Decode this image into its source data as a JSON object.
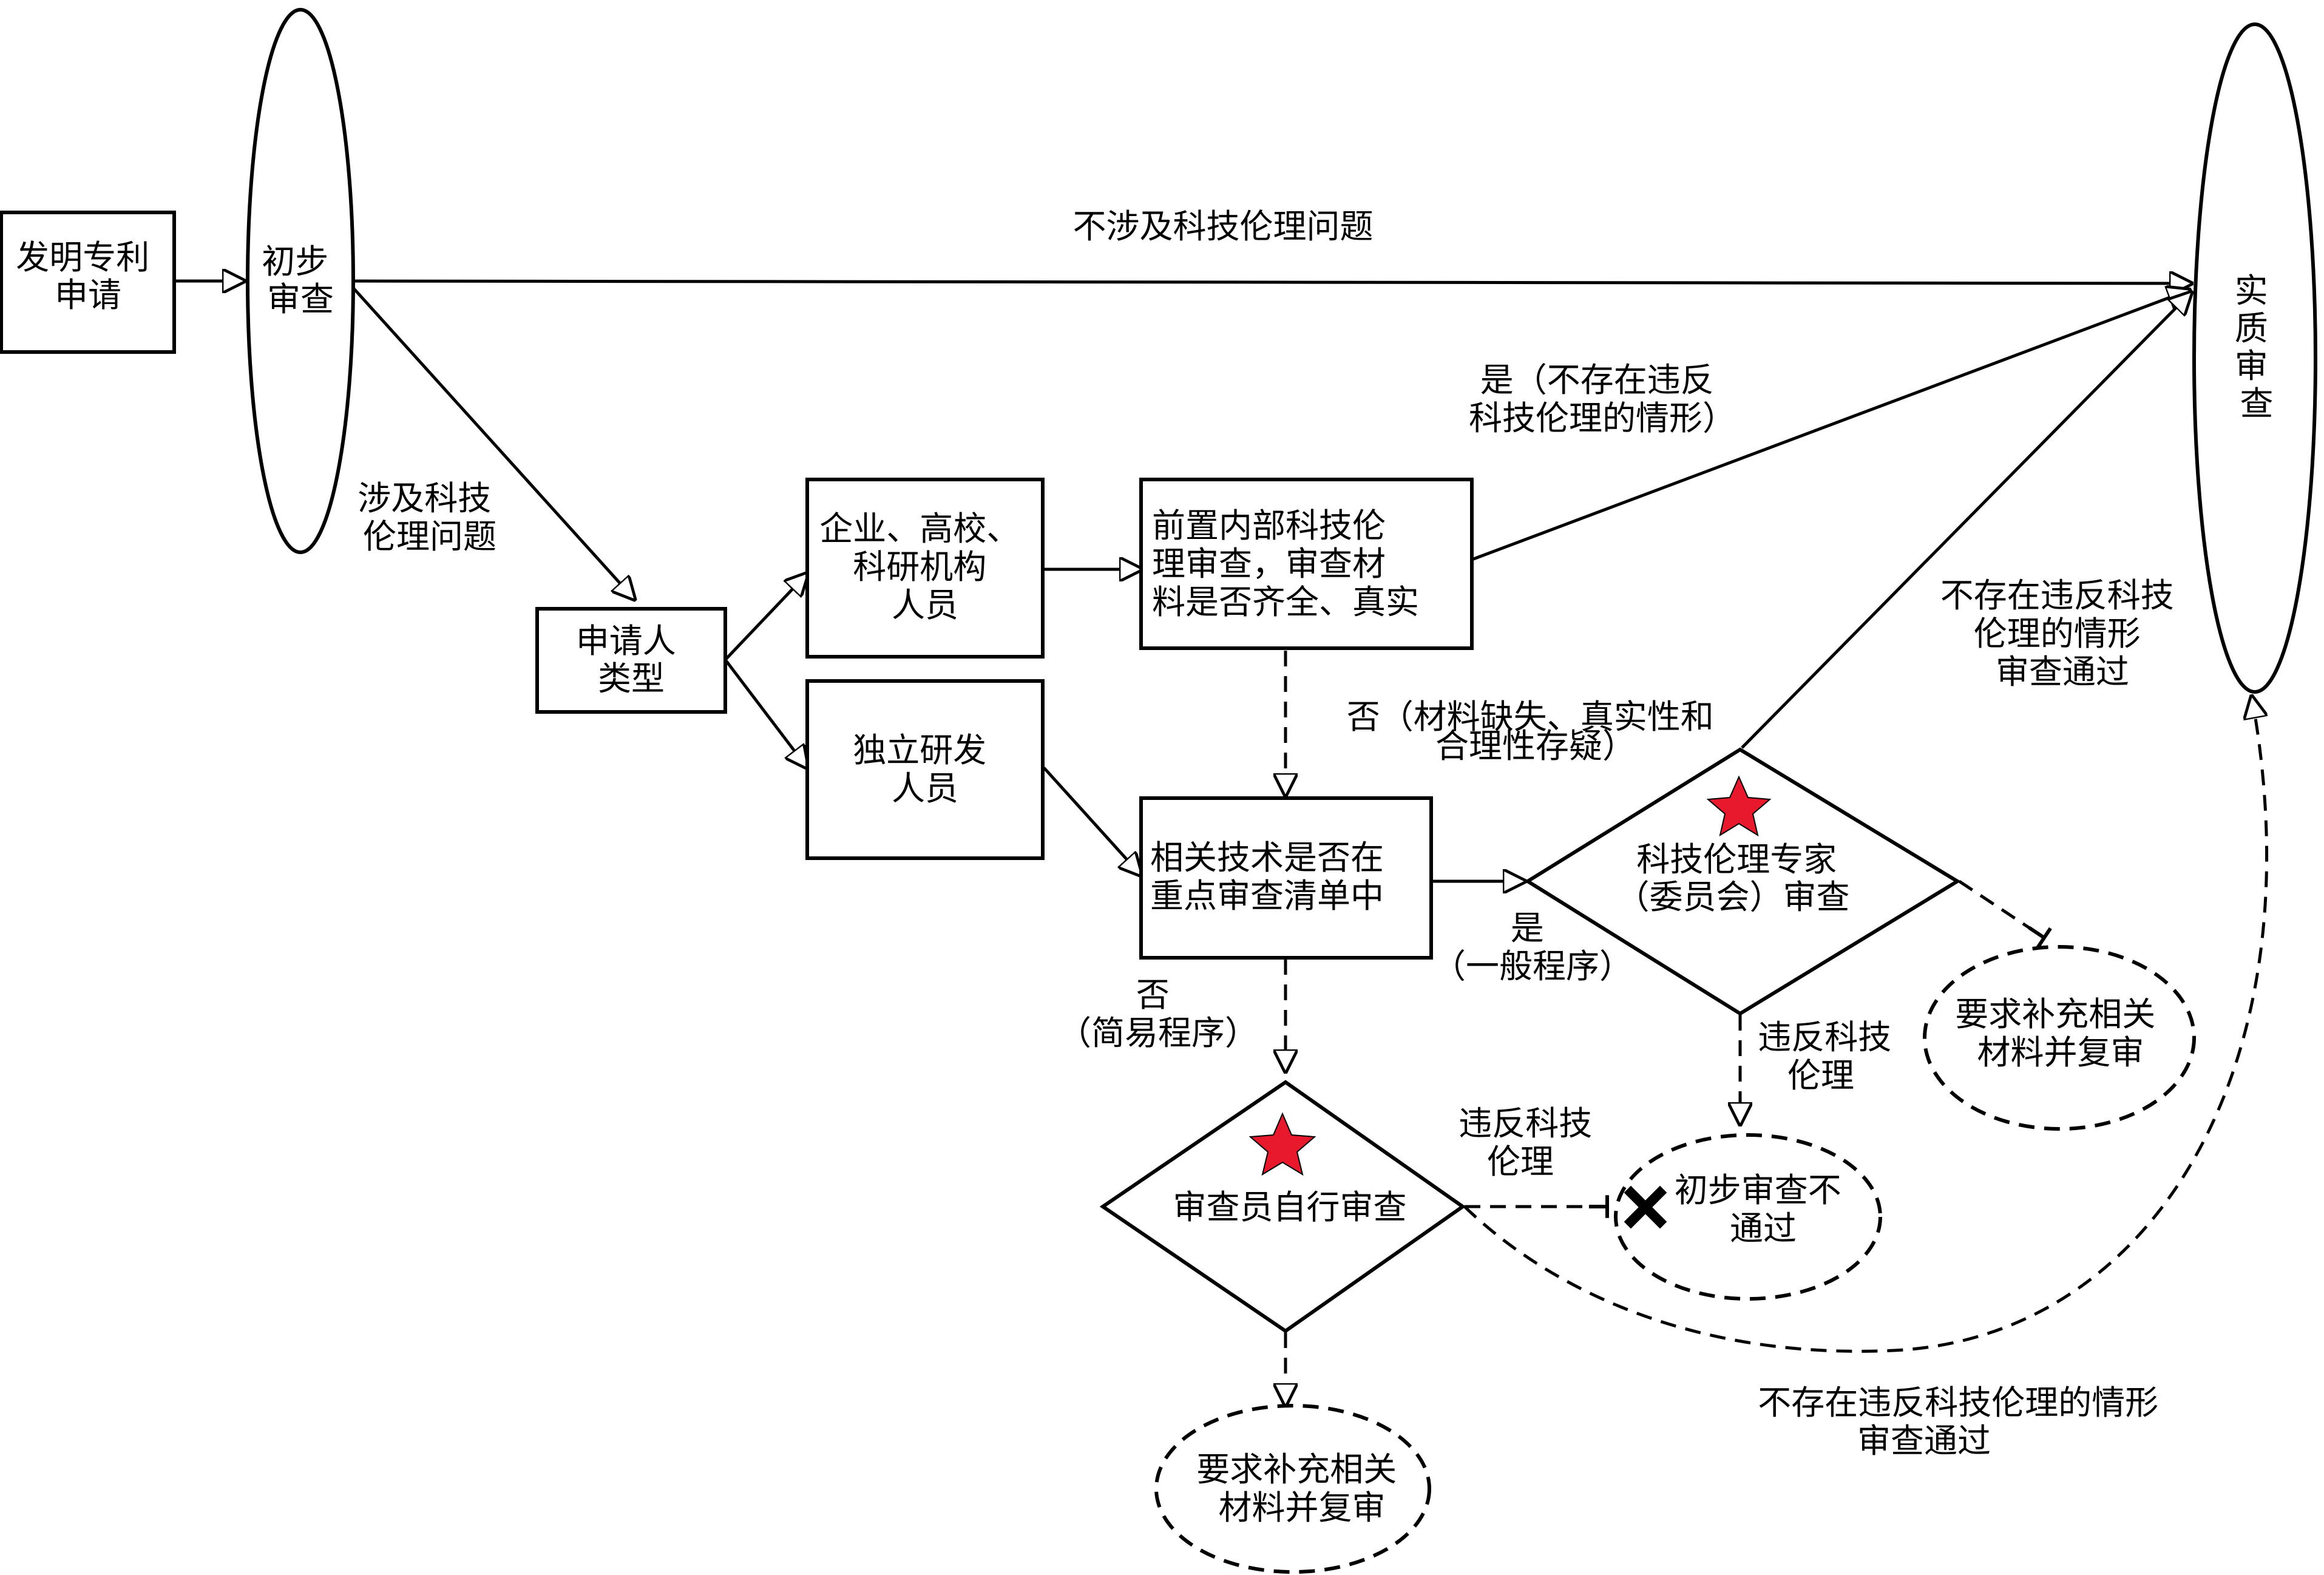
{
  "nodes": {
    "application": [
      "发明专利",
      "申请"
    ],
    "prelim_review": [
      "初步",
      "审查"
    ],
    "substantive_review": [
      "实",
      "质",
      "审",
      "查"
    ],
    "applicant_type": [
      "申请人",
      "类型"
    ],
    "enterprise": [
      "企业、高校、",
      "科研机构",
      "人员"
    ],
    "independent": [
      "独立研发",
      "人员"
    ],
    "internal_review": [
      "前置内部科技伦",
      "理审查，审查材",
      "料是否齐全、真实"
    ],
    "key_list": [
      "相关技术是否在",
      "重点审查清单中"
    ],
    "expert_review": [
      "科技伦理专家",
      "（委员会）审查"
    ],
    "examiner_review": [
      "审查员自行审查"
    ],
    "supplement_right": [
      "要求补充相关",
      "材料并复审"
    ],
    "supplement_bottom": [
      "要求补充相关",
      "材料并复审"
    ],
    "prelim_fail": [
      "初步审查不",
      "通过"
    ]
  },
  "edges": {
    "no_ethics": [
      "不涉及科技伦理问题"
    ],
    "involves_ethics": [
      "涉及科技",
      "伦理问题"
    ],
    "yes_no_violation": [
      "是（不存在违反",
      "科技伦理的情形）"
    ],
    "no_missing": [
      "否（材料缺失、真实性和",
      "合理性存疑）"
    ],
    "yes_general": [
      "是",
      "（一般程序）"
    ],
    "no_simple": [
      "否",
      "（简易程序）"
    ],
    "expert_pass": [
      "不存在违反科技",
      "伦理的情形",
      "审查通过"
    ],
    "expert_violation": [
      "违反科技",
      "伦理"
    ],
    "examiner_violation": [
      "违反科技",
      "伦理"
    ],
    "examiner_pass": [
      "不存在违反科技伦理的情形",
      "审查通过"
    ]
  },
  "colors": {
    "star": "#e8192c",
    "line": "#000000",
    "cross": "#000000"
  }
}
